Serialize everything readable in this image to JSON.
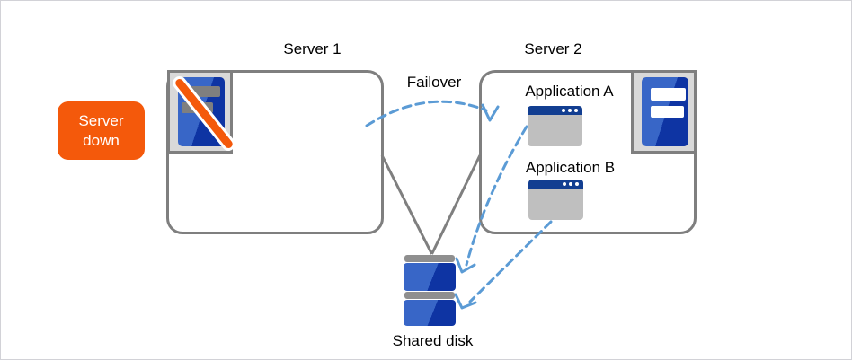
{
  "diagram": {
    "badge": {
      "label": "Server down"
    },
    "server1": {
      "label": "Server 1",
      "status": "down",
      "icon": "failed-server-icon"
    },
    "server2": {
      "label": "Server 2",
      "status": "up",
      "icon": "active-server-icon"
    },
    "failover": {
      "label": "Failover"
    },
    "applications": [
      {
        "label": "Application A",
        "icon": "app-window-icon"
      },
      {
        "label": "Application B",
        "icon": "app-window-icon"
      }
    ],
    "shared_disk": {
      "label": "Shared disk",
      "icon": "disk-stack-icon"
    },
    "colors": {
      "badge_orange": "#F4590B",
      "slash_orange": "#F4590B",
      "server_blue_light": "#3866C7",
      "server_blue_dark": "#0E34A3",
      "window_titlebar_blue": "#123E91",
      "window_body_gray": "#BFBFBF",
      "arrow_blue": "#5B9BD5",
      "line_gray": "#7F7F7F",
      "icon_frame_fill": "#D9D9D9"
    }
  }
}
